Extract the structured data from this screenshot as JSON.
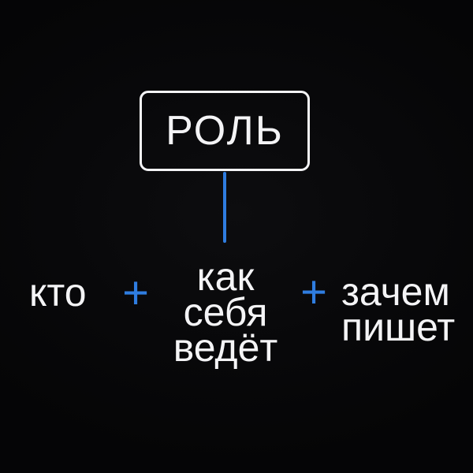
{
  "colors": {
    "background": "#08080a",
    "text": "#f4f4f6",
    "box_border": "#f4f4f6",
    "accent": "#2f7de0"
  },
  "diagram": {
    "root": {
      "label": "РОЛЬ"
    },
    "equation": {
      "who": {
        "label": "кто"
      },
      "plus_1": "+",
      "how_behaves": {
        "lines": [
          "как",
          "себя",
          "ведёт"
        ]
      },
      "plus_2": "+",
      "why_writes": {
        "lines": [
          "зачем",
          "пишет"
        ]
      }
    }
  }
}
